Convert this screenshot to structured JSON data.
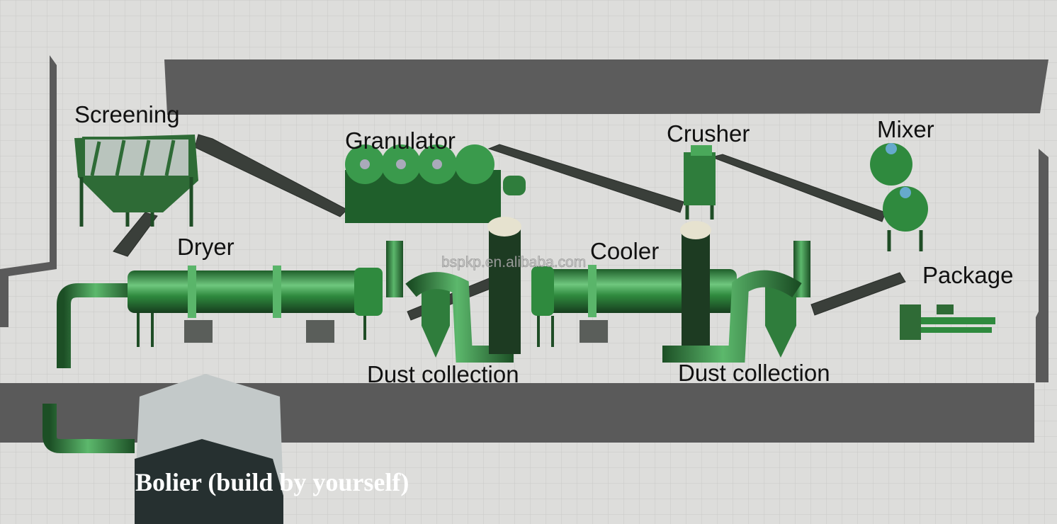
{
  "labels": {
    "screening": "Screening",
    "granulator": "Granulator",
    "crusher": "Crusher",
    "mixer": "Mixer",
    "dryer": "Dryer",
    "cooler": "Cooler",
    "package": "Package",
    "dust_collection_1": "Dust collection",
    "dust_collection_2": "Dust collection",
    "boiler": "Bolier (build by yourself)"
  },
  "watermark": "bspkp.en.alibaba.com",
  "colors": {
    "floor": "#dddddb",
    "wall": "#5c5c5c",
    "machine_green": "#2f8a3e",
    "machine_dark": "#1d3b22",
    "boiler_top": "#c3c9c9",
    "boiler_body": "#263030"
  }
}
